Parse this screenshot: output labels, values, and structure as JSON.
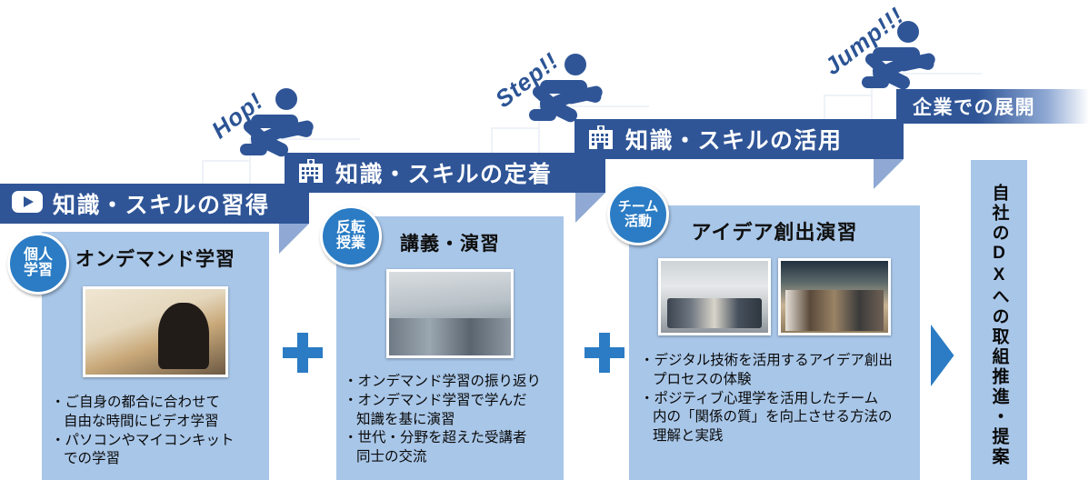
{
  "motion_labels": [
    {
      "name": "hop",
      "text": "Hop!"
    },
    {
      "name": "step",
      "text": "Step!!"
    },
    {
      "name": "jump",
      "text": "Jump!!!"
    }
  ],
  "ribbons": [
    {
      "id": "acquire",
      "icon": "play-video-icon",
      "label": "知識・スキルの習得"
    },
    {
      "id": "retain",
      "icon": "school-building-icon",
      "label": "知識・スキルの定着"
    },
    {
      "id": "apply",
      "icon": "school-building-icon",
      "label": "知識・スキルの活用"
    },
    {
      "id": "deploy",
      "icon": "none",
      "label": "企業での展開"
    }
  ],
  "panels": [
    {
      "id": "on-demand",
      "badge": [
        "個人",
        "学習"
      ],
      "title": "オンデマンド学習",
      "photos": [
        "student-at-laptop-photo"
      ],
      "bullets": [
        {
          "text": "・ご自身の都合に合わせて",
          "indent": false
        },
        {
          "text": "自由な時間にビデオ学習",
          "indent": true
        },
        {
          "text": "・パソコンやマイコンキット",
          "indent": false
        },
        {
          "text": "での学習",
          "indent": true
        }
      ]
    },
    {
      "id": "lecture",
      "badge": [
        "反転",
        "授業"
      ],
      "title": "講義・演習",
      "photos": [
        "computer-lab-classroom-photo"
      ],
      "bullets": [
        {
          "text": "・オンデマンド学習の振り返り",
          "indent": false
        },
        {
          "text": "・オンデマンド学習で学んだ",
          "indent": false
        },
        {
          "text": "知識を基に演習",
          "indent": true
        },
        {
          "text": "・世代・分野を超えた受講者",
          "indent": false
        },
        {
          "text": "同士の交流",
          "indent": true
        }
      ]
    },
    {
      "id": "ideation",
      "badge": [
        "チーム",
        "活動"
      ],
      "title": "アイデア創出演習",
      "photos": [
        "group-workshop-table-photo",
        "team-standing-discussion-photo"
      ],
      "bullets": [
        {
          "text": "・デジタル技術を活用するアイデア創出",
          "indent": false
        },
        {
          "text": "プロセスの体験",
          "indent": true
        },
        {
          "text": "・ポジティブ心理学を活用したチーム",
          "indent": false
        },
        {
          "text": "内の「関係の質」を向上させる方法の",
          "indent": true
        },
        {
          "text": "理解と実践",
          "indent": true
        }
      ]
    }
  ],
  "connectors": [
    {
      "name": "plus-connector-1",
      "symbol": "+"
    },
    {
      "name": "plus-connector-2",
      "symbol": "+"
    },
    {
      "name": "arrow-to-outcome",
      "symbol": "▶"
    }
  ],
  "outcome": {
    "text": "自社のDXへの取組推進・提案"
  },
  "colors": {
    "ribbon_blue": "#2f5597",
    "ribbon_tail": "#8fa9d4",
    "panel_blue": "#a8c6e8",
    "badge_blue": "#2b7cc4",
    "accent_blue": "#2c5495",
    "white": "#ffffff"
  }
}
